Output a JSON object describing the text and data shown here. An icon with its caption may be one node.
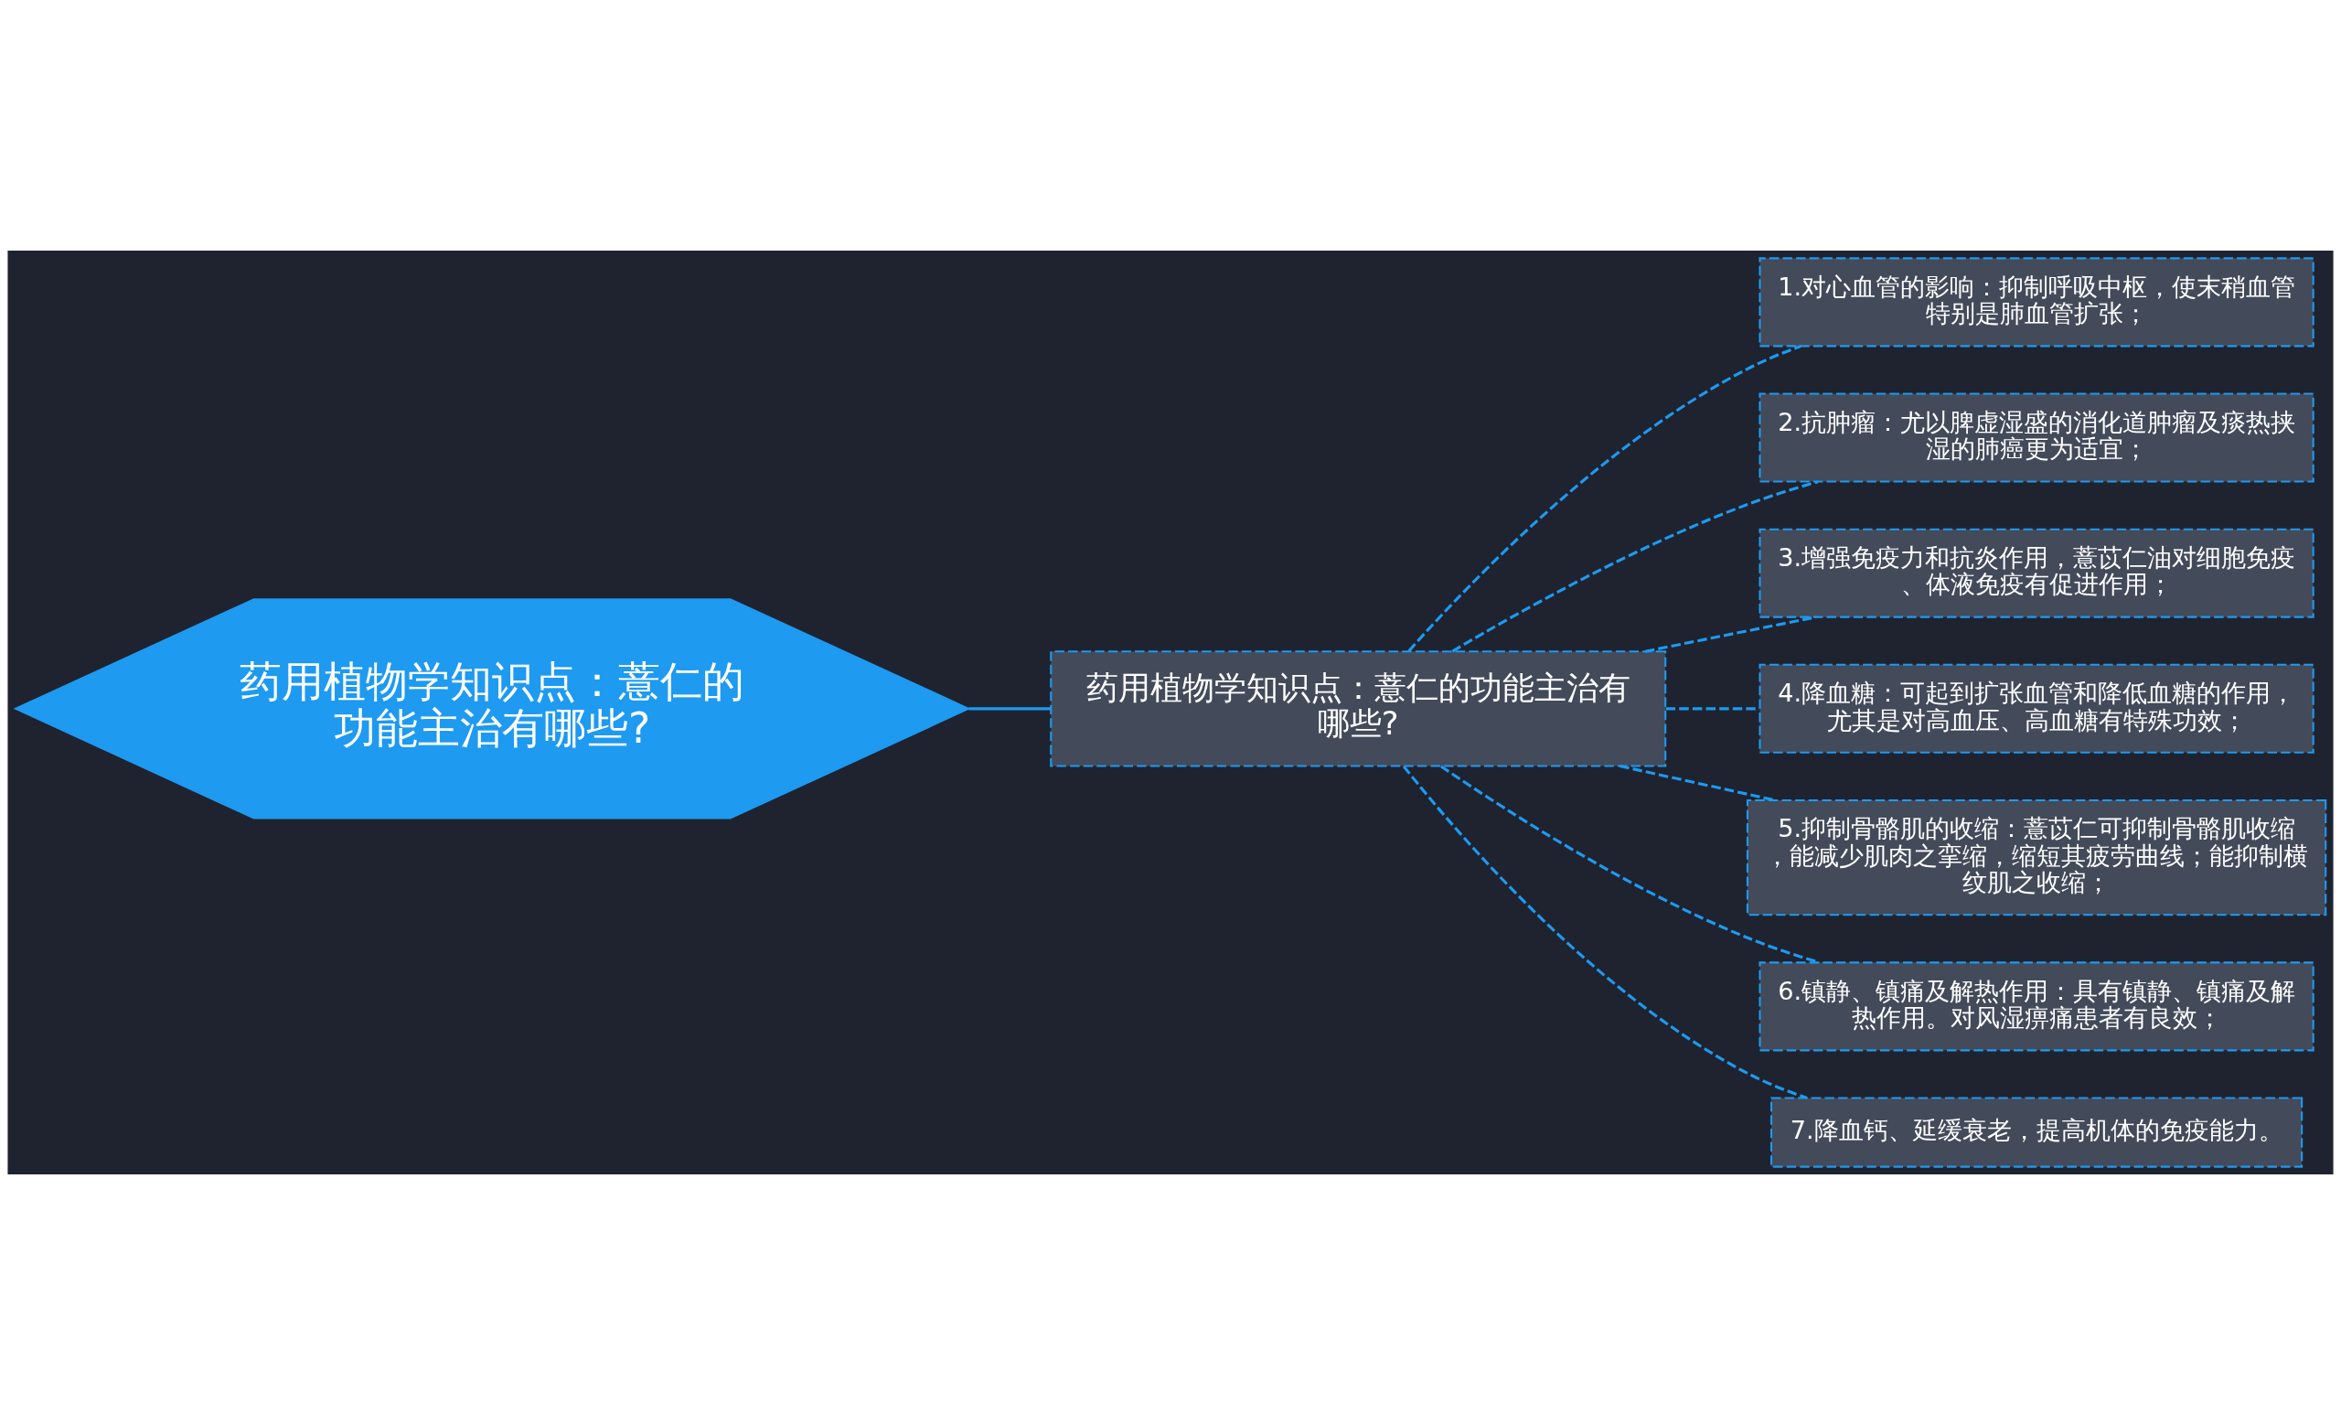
{
  "diagram": {
    "nodes": [
      {
        "text": [
          "药用植物学知识点：薏仁的功能主治有哪些?"
        ]
      },
      {
        "text": [
          "药用植物学知识点：薏仁的功能主治有哪些?"
        ]
      },
      {
        "text": [
          "1.对心血管的影响：抑制呼吸中枢，使末稍血管特别是肺血管扩张；"
        ]
      },
      {
        "text": [
          "2.抗肿瘤：尤以脾虚湿盛的消化道肿瘤及痰热挟湿的肺癌更为适宜；"
        ]
      },
      {
        "text": [
          "3.增强免疫力和抗炎作用，薏苡仁油对细胞免疫、体液免疫有促进作用；"
        ]
      },
      {
        "text": [
          "4.降血糖：可起到扩张血管和降低血糖的作用，尤其是对高血压、高血糖有特殊功效；"
        ]
      },
      {
        "text": [
          "5.抑制骨骼肌的收缩：薏苡仁可抑制骨骼肌收缩，能减少肌肉之挛缩，缩短其疲劳曲线；能抑制横纹肌之收缩；"
        ]
      },
      {
        "text": [
          "6.镇静、镇痛及解热作用：具有镇静、镇痛及解热作用。对风湿痹痛患者有良效；"
        ]
      },
      {
        "text": [
          "7.降血钙、延缓衰老，提高机体的免疫能力。"
        ]
      }
    ],
    "edges": [
      {
        "from": 0,
        "to": 1,
        "arrow": "none"
      },
      {
        "from": 1,
        "to": 2,
        "arrow": "none",
        "style": "dashed"
      },
      {
        "from": 1,
        "to": 3,
        "arrow": "none",
        "style": "dashed"
      },
      {
        "from": 1,
        "to": 4,
        "arrow": "none",
        "style": "dashed"
      },
      {
        "from": 1,
        "to": 5,
        "arrow": "none",
        "style": "dashed"
      },
      {
        "from": 1,
        "to": 6,
        "arrow": "none",
        "style": "dashed"
      },
      {
        "from": 1,
        "to": 7,
        "arrow": "none",
        "style": "dashed"
      },
      {
        "from": 1,
        "to": 8,
        "arrow": "none",
        "style": "dashed"
      }
    ]
  }
}
